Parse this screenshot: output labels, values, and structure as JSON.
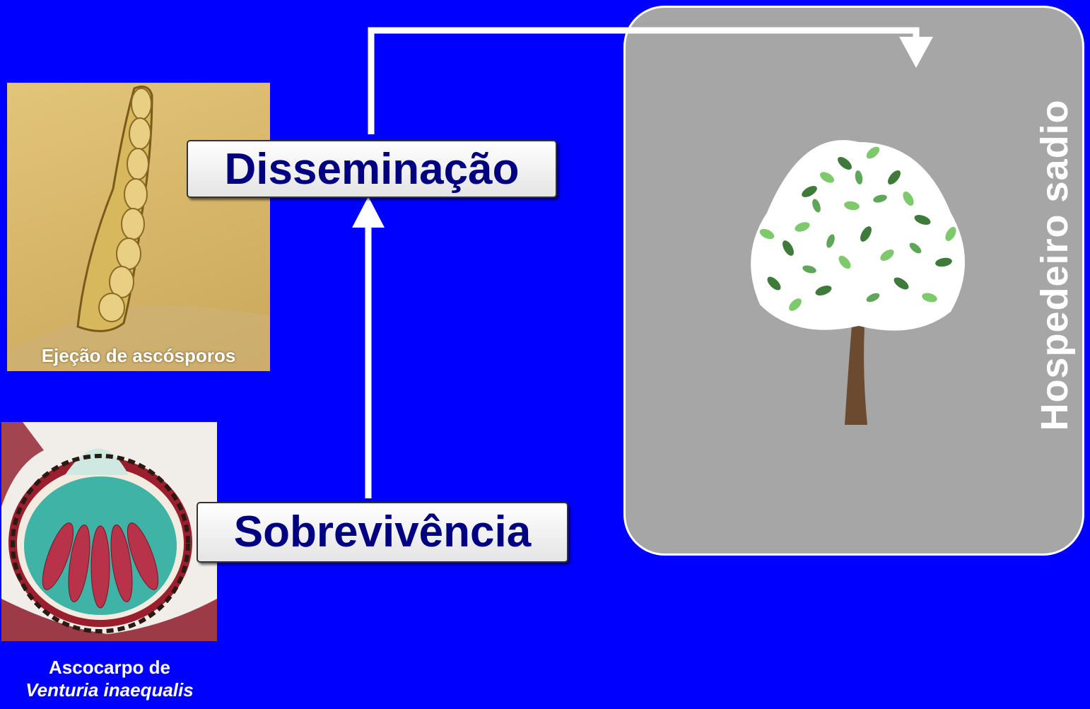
{
  "photos": {
    "ascospore_ejection": {
      "caption": "Ejeção de ascósporos"
    },
    "ascocarp": {
      "caption_line1": "Ascocarpo de",
      "caption_line2": "Venturia inaequalis"
    }
  },
  "stages": {
    "dissemination": "Disseminação",
    "survival": "Sobrevivência"
  },
  "host": {
    "label": "Hospedeiro sadio",
    "icon": "tree-icon"
  },
  "colors": {
    "background": "#0000ff",
    "panel": "#a6a6a6",
    "stage_text": "#000080"
  }
}
